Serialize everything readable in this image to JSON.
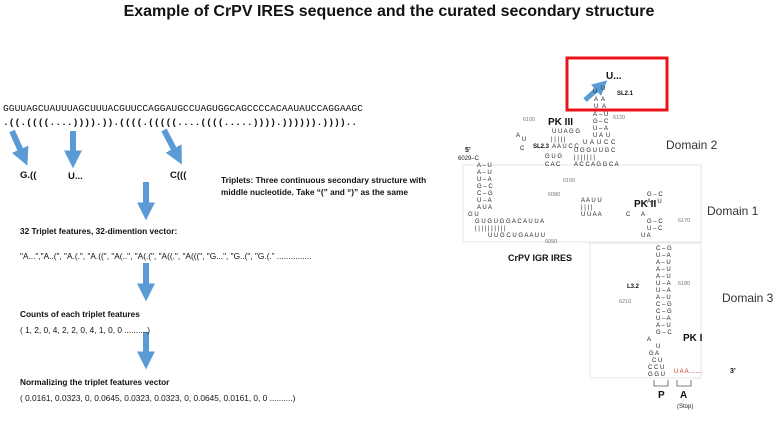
{
  "title": "Example of CrPV IRES sequence and the curated secondary structure",
  "sequence": "GGUUAGCUAUUUAGCUUUACGUUCCAGGAUGCCUAGUGGCAGCCCCACAAUAUCCAGGAAGC",
  "structure": ".((.((((....)))).)).((((.(((((....((((.....)))).)))))).)))).. ",
  "triplets": [
    "G.((",
    "U...",
    "C((("
  ],
  "triplet_note_line1": "Triplets: Three continuous secondary structure with",
  "triplet_note_line2": "middle nucleotide. Take “(” and “)” as the same",
  "features_title": "32 Triplet features, 32-dimention vector:",
  "features_vector": "\"A...\",\"A..(\", \"A.(.\", \"A.((\", \"A(..\", \"A(.(\", \"A((.\", \"A(((\", \"G...\", \"G..(\", \"G.(.”   ...............",
  "counts_title": "Counts of each triplet features",
  "counts_vector": "( 1, 2, 0, 4, 2, 2, 0, 4, 1, 0, 0   ..........)",
  "normalize_title": "Normalizing the triplet features vector",
  "normalize_vector": "( 0.0161, 0.0323, 0, 0.0645, 0.0323, 0.0323, 0, 0.0645, 0.0161, 0, 0   ..........)",
  "structure_diagram": {
    "ires_label": "CrPV IGR IRES",
    "domains": [
      "Domain 2",
      "Domain 1",
      "Domain 3"
    ],
    "pseudoknots": [
      "PK III",
      "PK II",
      "PK I"
    ],
    "stem_loops": [
      "SL2.1",
      "SL2.3",
      "L3.2"
    ],
    "highlight_text": "U...",
    "five_prime": "5’",
    "three_prime": "3’",
    "start_label": "6029–C",
    "positions": [
      "6100",
      "6120",
      "6150",
      "6080",
      "6050",
      "6170",
      "6180",
      "6210"
    ],
    "site_labels": [
      "P",
      "A"
    ],
    "stop_label": "(Stop)",
    "tail": "U A A........",
    "highlight_color": "#e8141c",
    "arrow_color": "#5b9bd5"
  }
}
